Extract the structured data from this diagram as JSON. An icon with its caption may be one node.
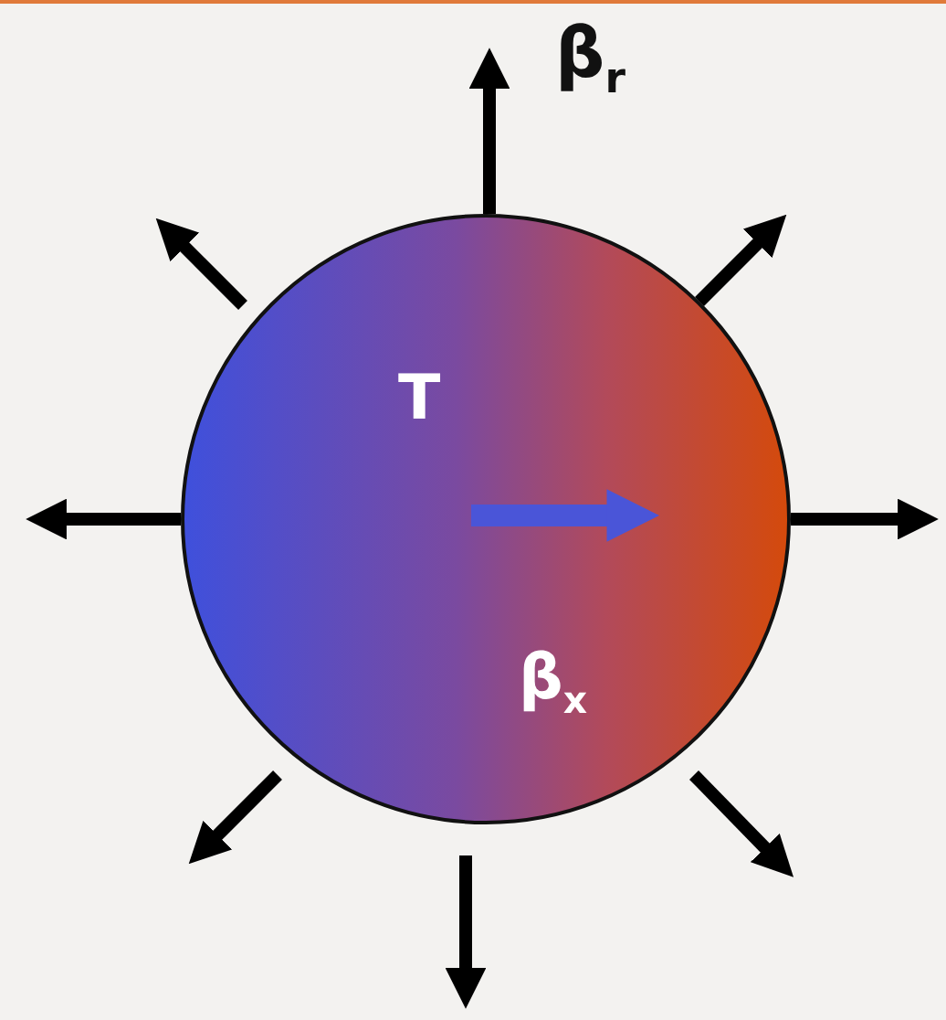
{
  "diagram": {
    "nodes": [
      {
        "text": [
          "T",
          "β$_{x}$"
        ]
      }
    ],
    "labels": [
      "β$_{r}$"
    ]
  }
}
